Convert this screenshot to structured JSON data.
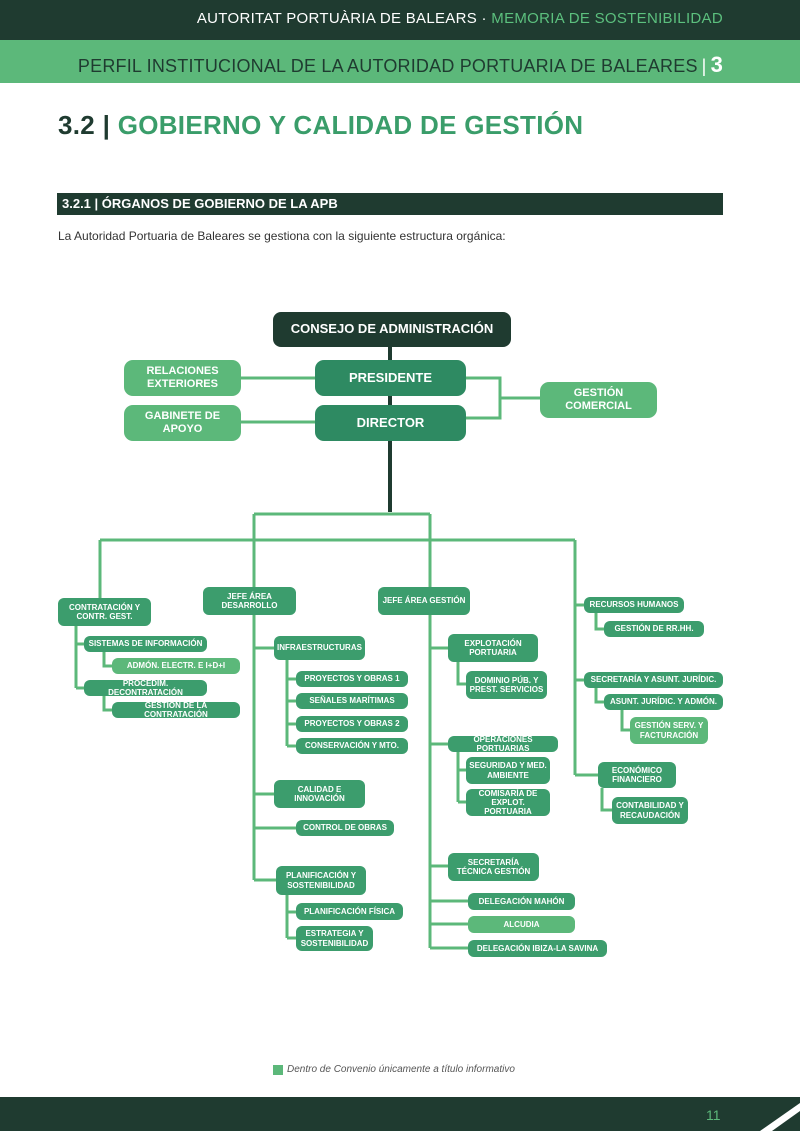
{
  "header": {
    "org": "AUTORITAT PORTUÀRIA DE BALEARS",
    "separator": "·",
    "memo": "MEMORIA DE SOSTENIBILIDAD",
    "section_title": "PERFIL INSTITUCIONAL DE LA AUTORIDAD PORTUARIA DE BALEARES",
    "section_pipe": "|",
    "section_number": "3"
  },
  "title": {
    "number": "3.2 |",
    "text": "GOBIERNO Y CALIDAD DE GESTIÓN"
  },
  "subsection": {
    "title": "3.2.1 | ÓRGANOS DE GOBIERNO DE LA APB"
  },
  "intro_text": "La Autoridad Portuaria de Baleares se gestiona con la siguiente estructura orgánica:",
  "org": {
    "consejo": "CONSEJO DE ADMINISTRACIÓN",
    "presidente": "PRESIDENTE",
    "director": "DIRECTOR",
    "relaciones": "RELACIONES EXTERIORES",
    "gabinete": "GABINETE DE APOYO",
    "comercial": "GESTIÓN COMERCIAL",
    "contratacion": "CONTRATACIÓN Y CONTR. GEST.",
    "sistemas": "SISTEMAS DE INFORMACIÓN",
    "admon_electr": "ADMÓN. ELECTR. E I+D+I",
    "procedim": "PROCEDIM. DECONTRATACIÓN",
    "gestion_contratacion": "GESTIÓN DE LA CONTRATACIÓN",
    "jefe_desarrollo": "JEFE ÁREA DESARROLLO",
    "infraestructuras": "INFRAESTRUCTURAS",
    "proyectos1": "PROYECTOS Y OBRAS 1",
    "senales": "SEÑALES MARÍTIMAS",
    "proyectos2": "PROYECTOS Y OBRAS 2",
    "conservacion": "CONSERVACIÓN Y MTO.",
    "calidad": "CALIDAD E INNOVACIÓN",
    "control_obras": "CONTROL DE OBRAS",
    "planificacion": "PLANIFICACIÓN Y SOSTENIBILIDAD",
    "planif_fisica": "PLANIFICACIÓN FÍSICA",
    "estrategia": "ESTRATEGIA Y SOSTENIBILIDAD",
    "jefe_gestion": "JEFE ÁREA GESTIÓN",
    "explotacion": "EXPLOTACIÓN PORTUARIA",
    "dominio": "DOMINIO PÚB. Y PREST. SERVICIOS",
    "operaciones": "OPERACIONES PORTUARIAS",
    "seguridad": "SEGURIDAD Y MED. AMBIENTE",
    "comisaria": "COMISARÍA DE EXPLOT. PORTUARIA",
    "secretaria_tecnica": "SECRETARÍA TÉCNICA GESTIÓN",
    "mahon": "DELEGACIÓN MAHÓN",
    "alcudia": "ALCUDIA",
    "ibiza": "DELEGACIÓN IBIZA-LA SAVINA",
    "rrhh": "RECURSOS HUMANOS",
    "gestion_rrhh": "GESTIÓN DE RR.HH.",
    "secretaria_juridica": "SECRETARÍA Y ASUNT. JURÍDIC.",
    "asunt_juridic": "ASUNT. JURÍDIC. Y ADMÓN.",
    "gestion_serv": "GESTIÓN SERV. Y FACTURACIÓN",
    "economico": "ECONÓMICO FINANCIERO",
    "contabilidad": "CONTABILIDAD Y RECAUDACIÓN"
  },
  "legend": {
    "text": "Dentro de Convenio únicamente a título informativo"
  },
  "footer": {
    "page_number": "11"
  },
  "colors": {
    "dark": "#1f3b30",
    "main": "#2e8a62",
    "mid": "#3c9d6d",
    "light": "#5cb87a"
  }
}
